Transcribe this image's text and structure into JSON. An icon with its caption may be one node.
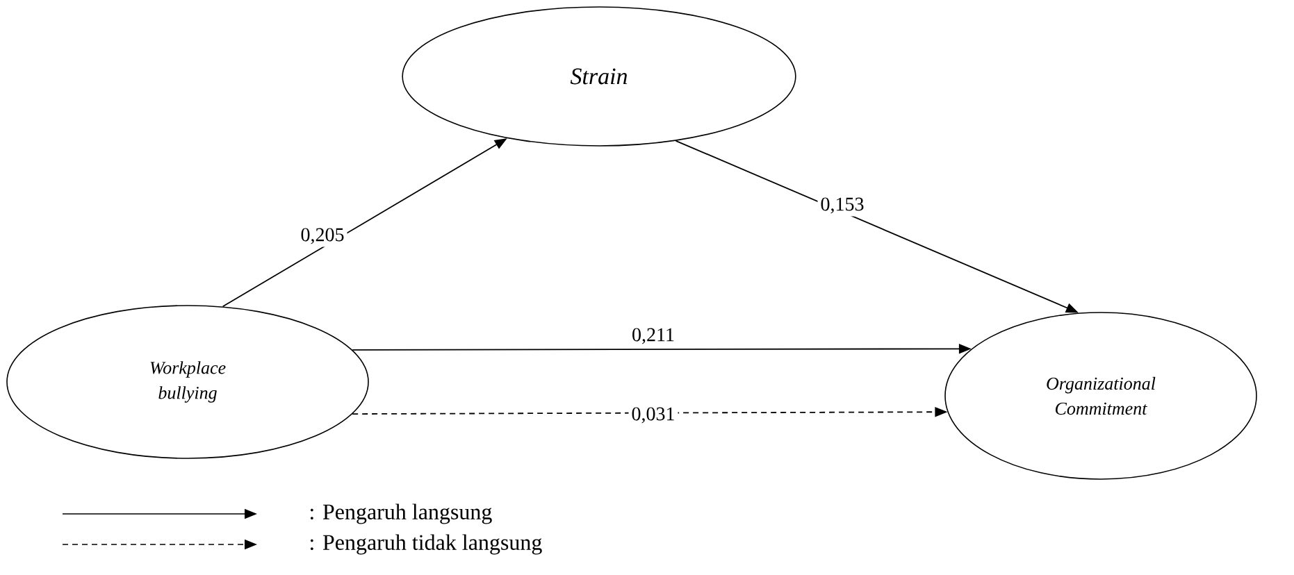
{
  "diagram": {
    "nodes": [
      {
        "text": [
          "Strain"
        ]
      },
      {
        "text": [
          "Workplace bullying"
        ]
      },
      {
        "text": [
          "Organizational Commitment"
        ]
      }
    ],
    "edges": [
      {
        "from": 1,
        "to": 0,
        "arrow": "to",
        "label": "0,205"
      },
      {
        "from": 0,
        "to": 2,
        "arrow": "to",
        "label": "0,153"
      },
      {
        "from": 1,
        "to": 2,
        "arrow": "to",
        "label": "0,211"
      },
      {
        "from": 1,
        "to": 2,
        "arrow": "to",
        "label": "0,031",
        "style": "dashed"
      }
    ],
    "legend": [
      {
        "text": ": Pengaruh langsung"
      },
      {
        "text": ": Pengaruh tidak langsung"
      }
    ]
  }
}
